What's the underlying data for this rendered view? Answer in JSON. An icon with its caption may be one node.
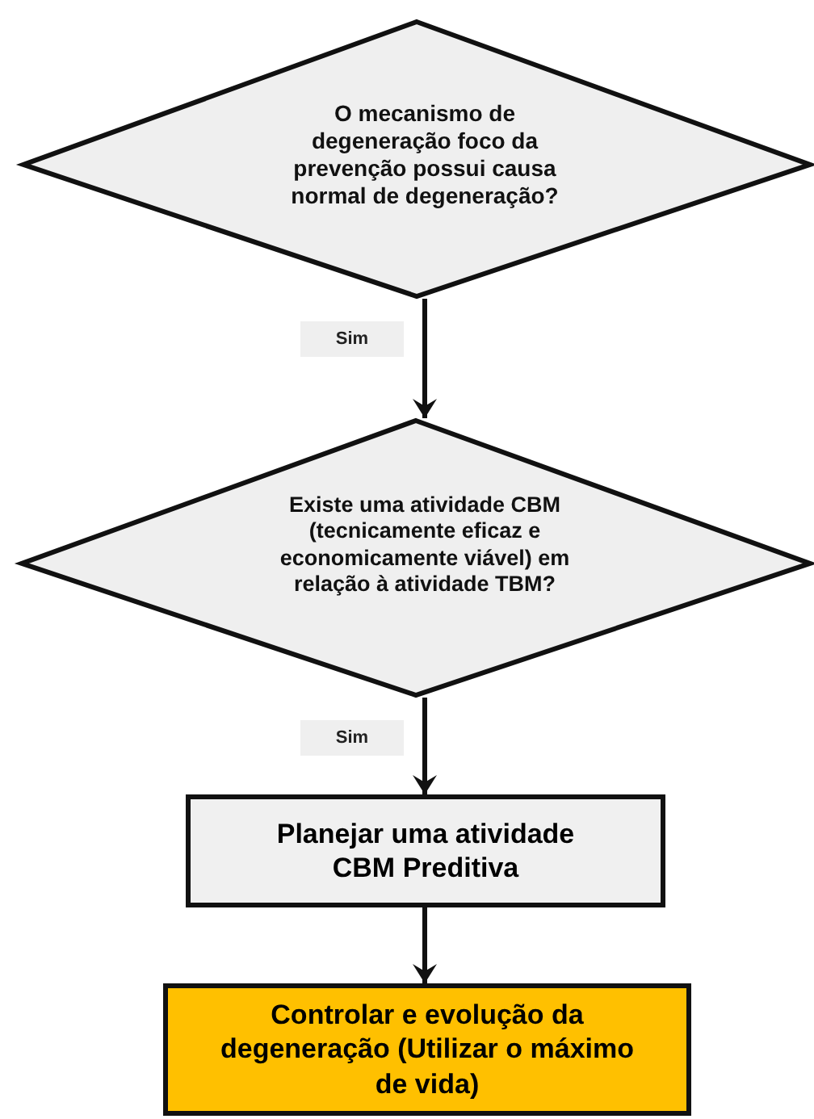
{
  "diagram": {
    "nodes": [
      {
        "text": [
          "O mecanismo de degeneração foco da prevenção possui causa normal de degeneração?"
        ]
      },
      {
        "text": [
          "Existe uma atividade CBM (tecnicamente eficaz e economicamente viável) em relação à atividade TBM?"
        ]
      },
      {
        "text": [
          "Planejar uma atividade CBM Preditiva"
        ]
      },
      {
        "text": [
          "Controlar e evolução da degeneração (Utilizar o máximo de vida)"
        ]
      }
    ],
    "edges": [
      {
        "from": 0,
        "to": 1,
        "arrow": "to",
        "label": "Sim"
      },
      {
        "from": 1,
        "to": 2,
        "arrow": "to",
        "label": "Sim"
      },
      {
        "from": 2,
        "to": 3,
        "arrow": "to"
      }
    ]
  }
}
